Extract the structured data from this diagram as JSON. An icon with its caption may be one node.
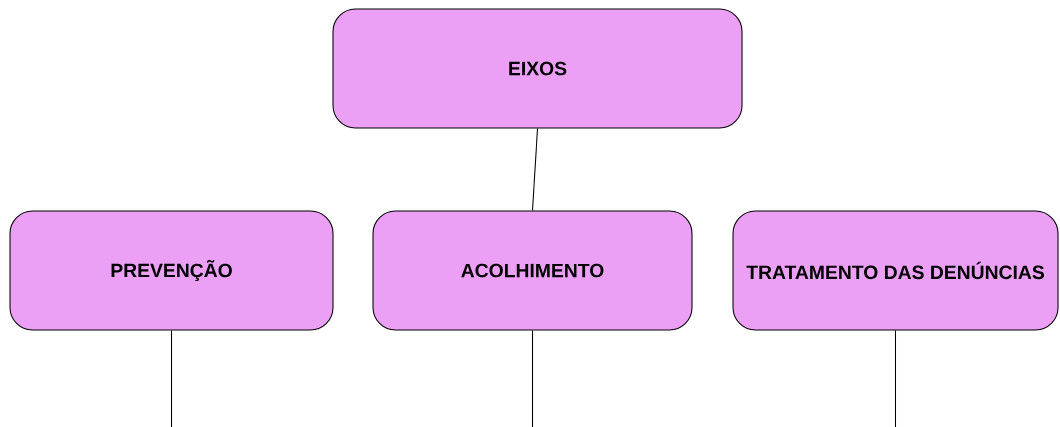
{
  "diagram": {
    "nodes": [
      {
        "text": [
          "EIXOS"
        ]
      },
      {
        "text": [
          "PREVENÇÃO"
        ]
      },
      {
        "text": [
          "ACOLHIMENTO"
        ]
      },
      {
        "text": [
          "TRATAMENTO DAS DENÚNCIAS"
        ]
      }
    ],
    "edges": [
      {
        "from": 0,
        "to": 2,
        "arrow": "none"
      },
      {
        "from": 1,
        "to": null,
        "arrow": "none"
      },
      {
        "from": 2,
        "to": null,
        "arrow": "none"
      },
      {
        "from": 3,
        "to": null,
        "arrow": "none"
      }
    ]
  }
}
